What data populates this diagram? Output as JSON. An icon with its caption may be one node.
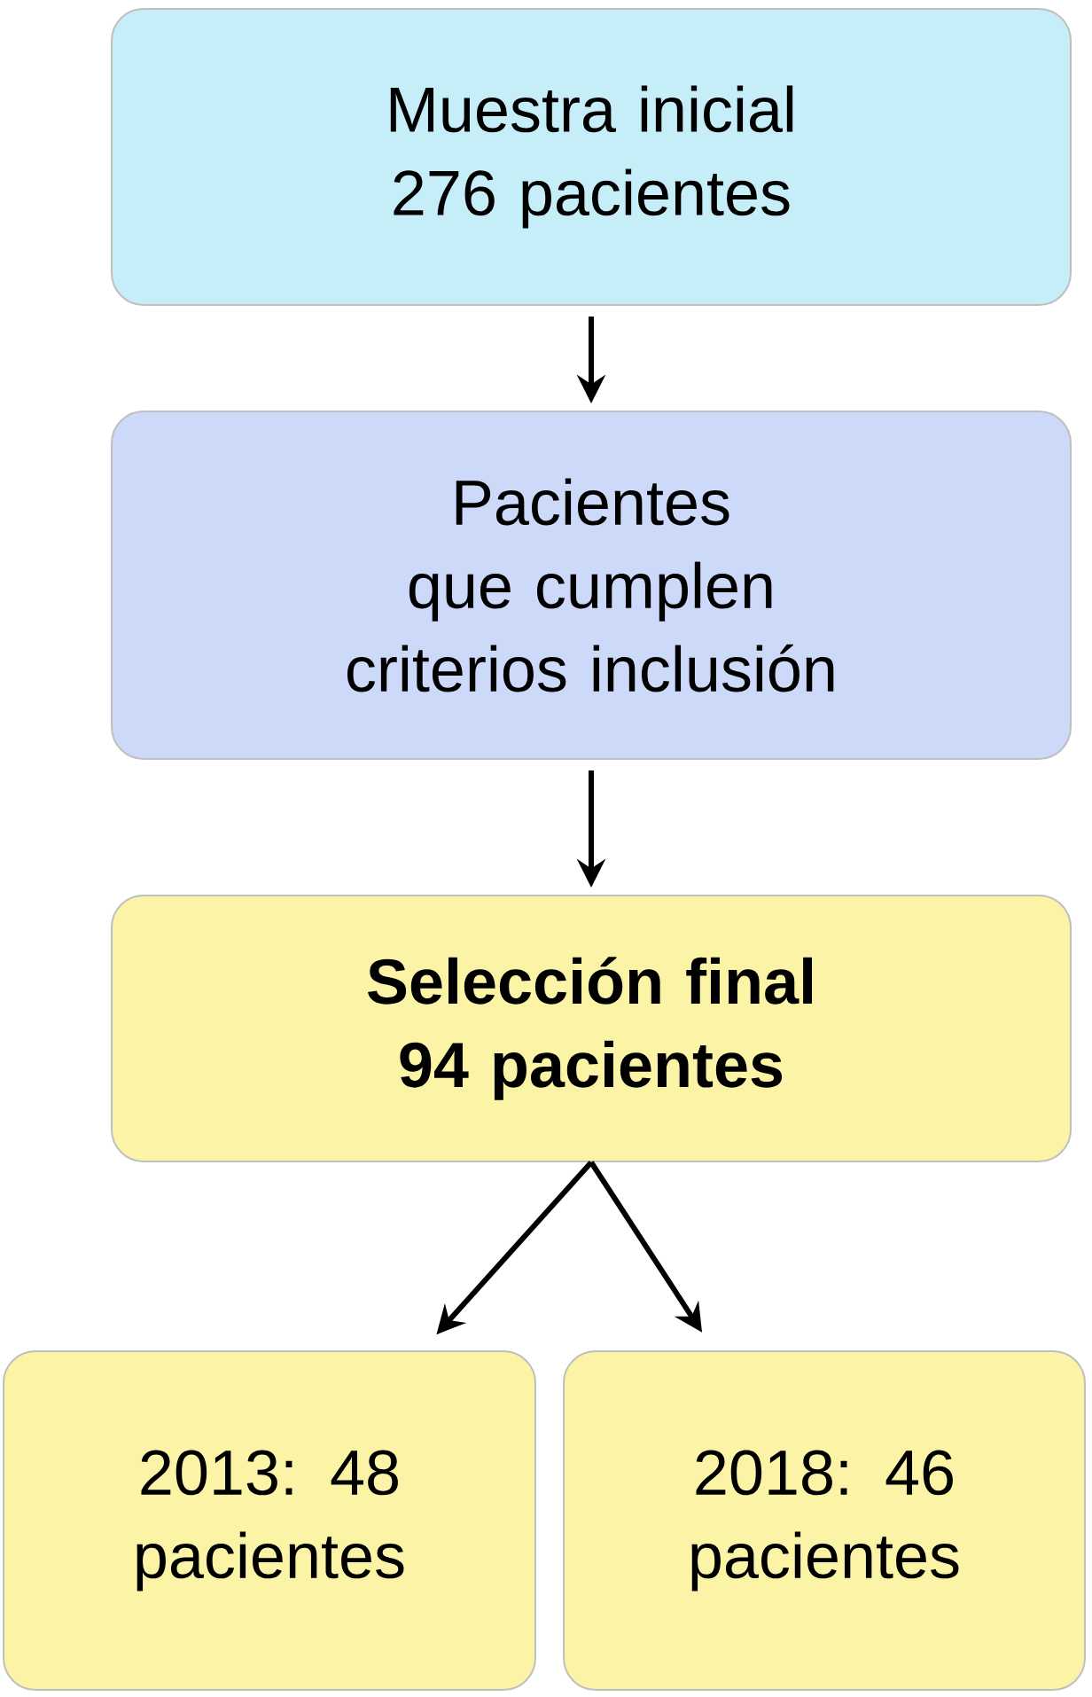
{
  "diagram": {
    "nodes": [
      {
        "text": [
          "Muestra inicial 276 pacientes"
        ]
      },
      {
        "text": [
          "Pacientes que cumplen criterios inclusión"
        ]
      },
      {
        "text": [
          "**Selección final 94 pacientes**"
        ]
      },
      {
        "text": [
          "2013: 48 pacientes"
        ]
      },
      {
        "text": [
          "2018: 46 pacientes"
        ]
      }
    ],
    "edges": [
      {
        "from": 0,
        "to": 1,
        "arrow": "to"
      },
      {
        "from": 1,
        "to": 2,
        "arrow": "to"
      },
      {
        "from": 2,
        "to": 3,
        "arrow": "to"
      },
      {
        "from": 2,
        "to": 4,
        "arrow": "to"
      }
    ]
  }
}
